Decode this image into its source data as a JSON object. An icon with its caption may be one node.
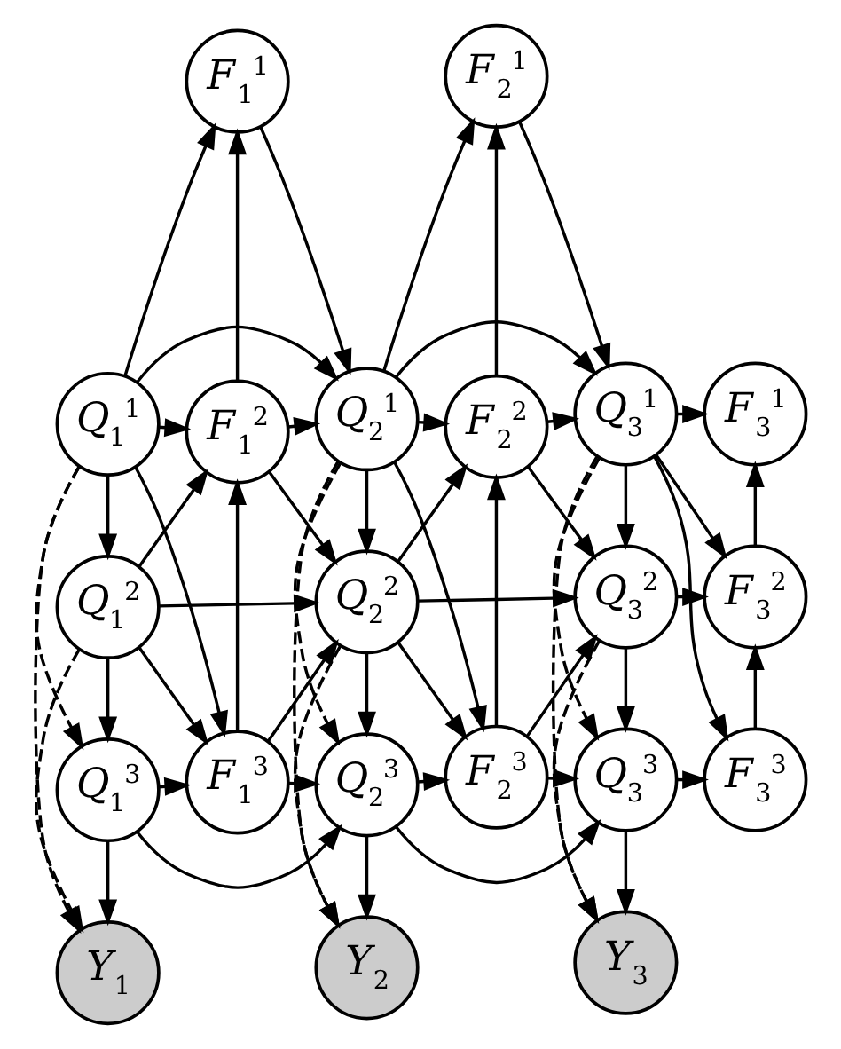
{
  "diagram": {
    "nodes": [
      {
        "text": [
          "F$_{1}$$^{1}$"
        ]
      },
      {
        "text": [
          "F$_{2}$$^{1}$"
        ]
      },
      {
        "text": [
          "F$_{3}$$^{1}$"
        ]
      },
      {
        "text": [
          "Q$_{1}$$^{1}$"
        ]
      },
      {
        "text": [
          "Q$_{2}$$^{1}$"
        ]
      },
      {
        "text": [
          "Q$_{3}$$^{1}$"
        ]
      },
      {
        "text": [
          "F$_{1}$$^{2}$"
        ]
      },
      {
        "text": [
          "F$_{2}$$^{2}$"
        ]
      },
      {
        "text": [
          "F$_{3}$$^{2}$"
        ]
      },
      {
        "text": [
          "Q$_{1}$$^{2}$"
        ]
      },
      {
        "text": [
          "Q$_{2}$$^{2}$"
        ]
      },
      {
        "text": [
          "Q$_{3}$$^{2}$"
        ]
      },
      {
        "text": [
          "F$_{1}$$^{3}$"
        ]
      },
      {
        "text": [
          "F$_{2}$$^{3}$"
        ]
      },
      {
        "text": [
          "F$_{3}$$^{3}$"
        ]
      },
      {
        "text": [
          "Q$_{1}$$^{3}$"
        ]
      },
      {
        "text": [
          "Q$_{2}$$^{3}$"
        ]
      },
      {
        "text": [
          "Q$_{3}$$^{3}$"
        ]
      },
      {
        "text": [
          "Y$_{1}$"
        ]
      },
      {
        "text": [
          "Y$_{2}$"
        ]
      },
      {
        "text": [
          "Y$_{3}$"
        ]
      }
    ],
    "edges": [
      {
        "from": 3,
        "to": 0,
        "arrow": "to"
      },
      {
        "from": 3,
        "to": 6,
        "arrow": "to"
      },
      {
        "from": 3,
        "to": 12,
        "arrow": "to"
      },
      {
        "from": 3,
        "to": 9,
        "arrow": "to"
      },
      {
        "from": 3,
        "to": 4,
        "arrow": "to"
      },
      {
        "from": 3,
        "to": 15,
        "arrow": "to",
        "style": "dashed"
      },
      {
        "from": 3,
        "to": 18,
        "arrow": "to",
        "style": "dashed"
      },
      {
        "from": 9,
        "to": 6,
        "arrow": "to"
      },
      {
        "from": 9,
        "to": 12,
        "arrow": "to"
      },
      {
        "from": 9,
        "to": 15,
        "arrow": "to"
      },
      {
        "from": 9,
        "to": 10,
        "arrow": "to"
      },
      {
        "from": 9,
        "to": 18,
        "arrow": "to",
        "style": "dashed"
      },
      {
        "from": 15,
        "to": 12,
        "arrow": "to"
      },
      {
        "from": 15,
        "to": 16,
        "arrow": "to"
      },
      {
        "from": 15,
        "to": 18,
        "arrow": "to"
      },
      {
        "from": 6,
        "to": 0,
        "arrow": "to"
      },
      {
        "from": 12,
        "to": 6,
        "arrow": "to"
      },
      {
        "from": 0,
        "to": 4,
        "arrow": "to"
      },
      {
        "from": 6,
        "to": 4,
        "arrow": "to"
      },
      {
        "from": 6,
        "to": 10,
        "arrow": "to"
      },
      {
        "from": 12,
        "to": 10,
        "arrow": "to"
      },
      {
        "from": 12,
        "to": 16,
        "arrow": "to"
      },
      {
        "from": 4,
        "to": 1,
        "arrow": "to"
      },
      {
        "from": 4,
        "to": 7,
        "arrow": "to"
      },
      {
        "from": 4,
        "to": 13,
        "arrow": "to"
      },
      {
        "from": 4,
        "to": 10,
        "arrow": "to"
      },
      {
        "from": 4,
        "to": 5,
        "arrow": "to"
      },
      {
        "from": 4,
        "to": 16,
        "arrow": "to",
        "style": "dashed"
      },
      {
        "from": 4,
        "to": 19,
        "arrow": "to",
        "style": "dashed"
      },
      {
        "from": 10,
        "to": 7,
        "arrow": "to"
      },
      {
        "from": 10,
        "to": 13,
        "arrow": "to"
      },
      {
        "from": 10,
        "to": 16,
        "arrow": "to"
      },
      {
        "from": 10,
        "to": 11,
        "arrow": "to"
      },
      {
        "from": 10,
        "to": 19,
        "arrow": "to",
        "style": "dashed"
      },
      {
        "from": 16,
        "to": 13,
        "arrow": "to"
      },
      {
        "from": 16,
        "to": 17,
        "arrow": "to"
      },
      {
        "from": 16,
        "to": 19,
        "arrow": "to"
      },
      {
        "from": 7,
        "to": 1,
        "arrow": "to"
      },
      {
        "from": 13,
        "to": 7,
        "arrow": "to"
      },
      {
        "from": 1,
        "to": 5,
        "arrow": "to"
      },
      {
        "from": 7,
        "to": 5,
        "arrow": "to"
      },
      {
        "from": 7,
        "to": 11,
        "arrow": "to"
      },
      {
        "from": 13,
        "to": 11,
        "arrow": "to"
      },
      {
        "from": 13,
        "to": 17,
        "arrow": "to"
      },
      {
        "from": 5,
        "to": 2,
        "arrow": "to"
      },
      {
        "from": 5,
        "to": 8,
        "arrow": "to"
      },
      {
        "from": 5,
        "to": 14,
        "arrow": "to"
      },
      {
        "from": 5,
        "to": 11,
        "arrow": "to"
      },
      {
        "from": 5,
        "to": 17,
        "arrow": "to",
        "style": "dashed"
      },
      {
        "from": 5,
        "to": 20,
        "arrow": "to",
        "style": "dashed"
      },
      {
        "from": 11,
        "to": 8,
        "arrow": "to"
      },
      {
        "from": 11,
        "to": 17,
        "arrow": "to"
      },
      {
        "from": 11,
        "to": 20,
        "arrow": "to",
        "style": "dashed"
      },
      {
        "from": 17,
        "to": 14,
        "arrow": "to"
      },
      {
        "from": 17,
        "to": 20,
        "arrow": "to"
      },
      {
        "from": 8,
        "to": 2,
        "arrow": "to"
      },
      {
        "from": 14,
        "to": 8,
        "arrow": "to"
      }
    ]
  }
}
